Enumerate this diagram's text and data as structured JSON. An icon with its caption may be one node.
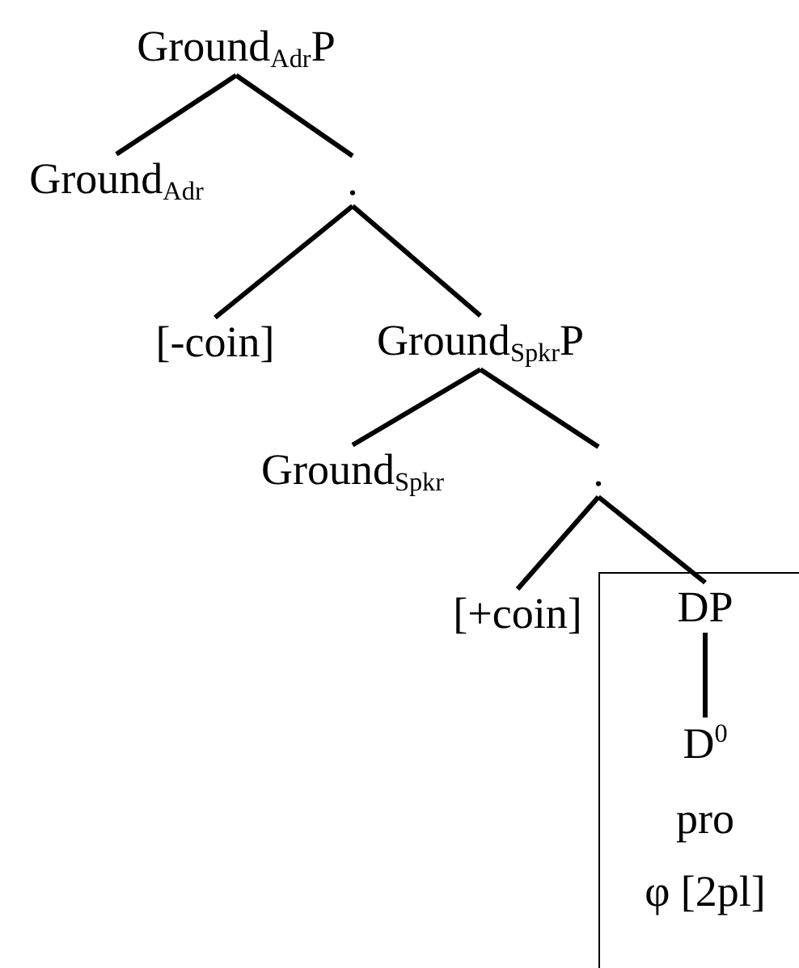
{
  "diagram": {
    "nodes": [
      {
        "text": [
          "Ground$_{Adr}$P"
        ]
      },
      {
        "text": [
          "Ground$_{Adr}$"
        ]
      },
      {
        "text": [
          "."
        ]
      },
      {
        "text": [
          "[-coin]"
        ]
      },
      {
        "text": [
          "Ground$_{Spkr}$P"
        ]
      },
      {
        "text": [
          "Ground$_{Spkr}$"
        ]
      },
      {
        "text": [
          "."
        ]
      },
      {
        "text": [
          "[+coin]"
        ]
      },
      {
        "text": [],
        "shape": "box"
      },
      {
        "text": [
          "DP"
        ],
        "in": 8
      },
      {
        "text": [
          "D$^{0}$"
        ],
        "in": 8
      },
      {
        "text": [
          "pro"
        ],
        "in": 8
      },
      {
        "text": [
          "φ [2pl]"
        ],
        "in": 8
      }
    ],
    "edges": [
      {
        "from": 0,
        "to": 1,
        "arrow": "none"
      },
      {
        "from": 0,
        "to": 2,
        "arrow": "none"
      },
      {
        "from": 2,
        "to": 3,
        "arrow": "none"
      },
      {
        "from": 2,
        "to": 4,
        "arrow": "none"
      },
      {
        "from": 4,
        "to": 5,
        "arrow": "none"
      },
      {
        "from": 4,
        "to": 6,
        "arrow": "none"
      },
      {
        "from": 6,
        "to": 7,
        "arrow": "none"
      },
      {
        "from": 6,
        "to": 9,
        "arrow": "none"
      },
      {
        "from": 9,
        "to": 10,
        "arrow": "none"
      }
    ]
  }
}
